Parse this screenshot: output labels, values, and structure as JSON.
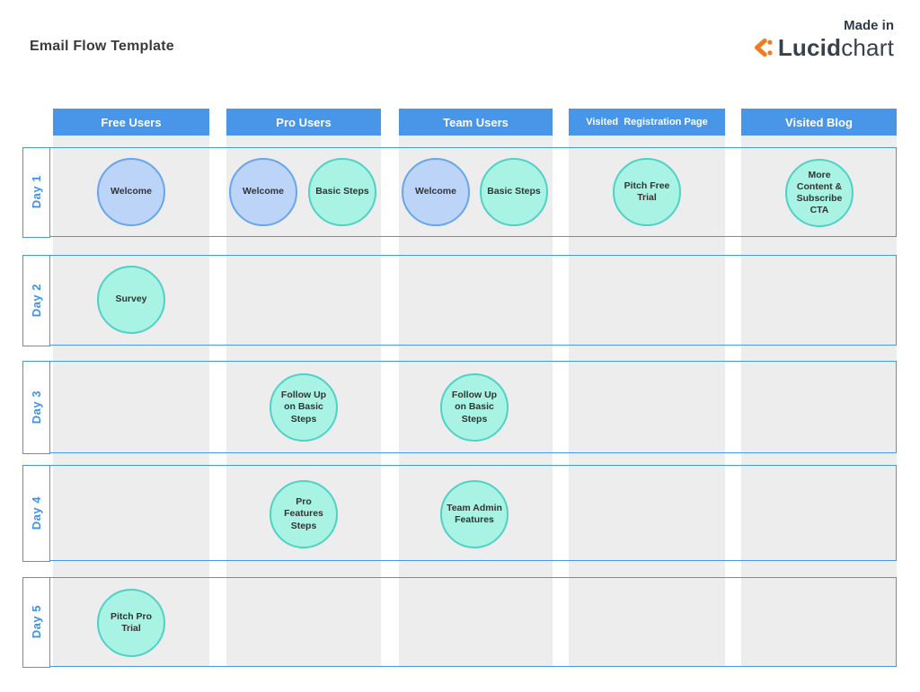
{
  "page": {
    "title": "Email Flow Template"
  },
  "attribution": {
    "made_in": "Made in",
    "brand_bold": "Lucid",
    "brand_light": "chart",
    "logo_icon": "lucidchart-mark-icon",
    "brand_orange": "#f47a1f",
    "brand_dark": "#36414c"
  },
  "colors": {
    "header_blue": "#4996e8",
    "lane_border_blue": "#4996e8",
    "day_label_blue": "#4491e4",
    "strip_gray": "#ededed",
    "node_blue_fill": "#bcd4f8",
    "node_blue_border": "#68a5eb",
    "node_teal_fill": "#a8f3e3",
    "node_teal_border": "#4fd1c6",
    "node_text": "#333333"
  },
  "columns": [
    {
      "id": "free-users",
      "label": "Free Users"
    },
    {
      "id": "pro-users",
      "label": "Pro Users"
    },
    {
      "id": "team-users",
      "label": "Team Users"
    },
    {
      "id": "visited-registration-page",
      "label": "Visited  Registration Page"
    },
    {
      "id": "visited-blog",
      "label": "Visited Blog"
    }
  ],
  "rows": [
    {
      "id": "day-1",
      "label": "Day 1"
    },
    {
      "id": "day-2",
      "label": "Day 2"
    },
    {
      "id": "day-3",
      "label": "Day 3"
    },
    {
      "id": "day-4",
      "label": "Day 4"
    },
    {
      "id": "day-5",
      "label": "Day 5"
    }
  ],
  "nodes": [
    {
      "label": "Welcome",
      "column": "free-users",
      "day": "day-1",
      "variant": "blue"
    },
    {
      "label": "Welcome",
      "column": "pro-users",
      "day": "day-1",
      "variant": "blue"
    },
    {
      "label": "Basic Steps",
      "column": "pro-users",
      "day": "day-1",
      "variant": "teal"
    },
    {
      "label": "Welcome",
      "column": "team-users",
      "day": "day-1",
      "variant": "blue"
    },
    {
      "label": "Basic Steps",
      "column": "team-users",
      "day": "day-1",
      "variant": "teal"
    },
    {
      "label": "Pitch Free Trial",
      "column": "visited-registration-page",
      "day": "day-1",
      "variant": "teal"
    },
    {
      "label": "More Content & Subscribe CTA",
      "column": "visited-blog",
      "day": "day-1",
      "variant": "teal"
    },
    {
      "label": "Survey",
      "column": "free-users",
      "day": "day-2",
      "variant": "teal"
    },
    {
      "label": "Follow Up on Basic Steps",
      "column": "pro-users",
      "day": "day-3",
      "variant": "teal"
    },
    {
      "label": "Follow Up on Basic Steps",
      "column": "team-users",
      "day": "day-3",
      "variant": "teal"
    },
    {
      "label": "Pro Features Steps",
      "column": "pro-users",
      "day": "day-4",
      "variant": "teal"
    },
    {
      "label": "Team Admin Features",
      "column": "team-users",
      "day": "day-4",
      "variant": "teal"
    },
    {
      "label": "Pitch Pro Trial",
      "column": "free-users",
      "day": "day-5",
      "variant": "teal"
    }
  ]
}
